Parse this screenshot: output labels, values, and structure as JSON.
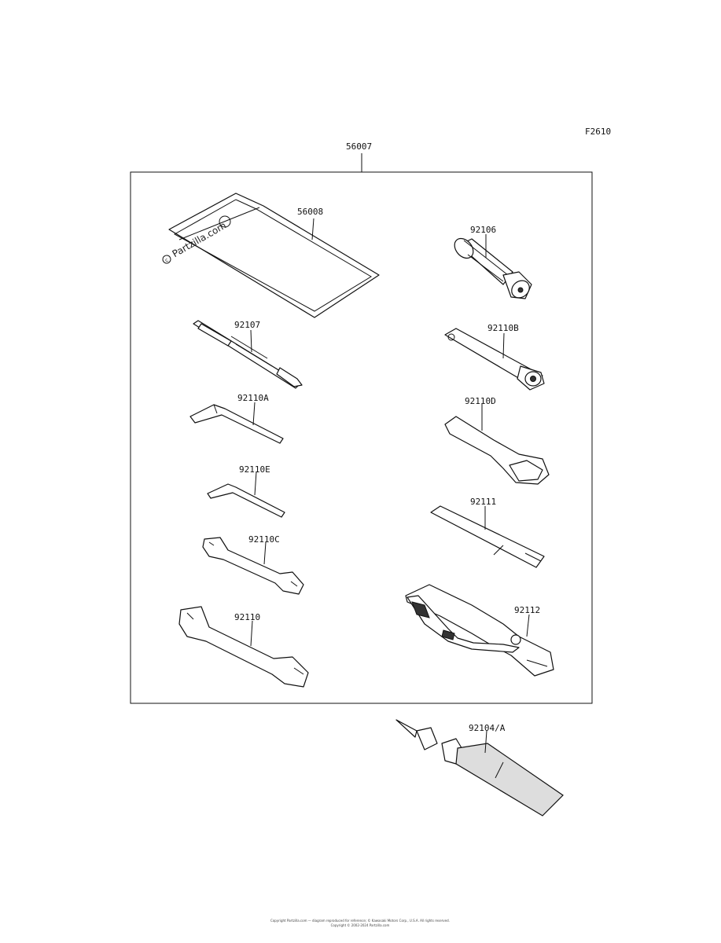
{
  "figure_code": "F2610",
  "kit_label": "56007",
  "watermark": "Partzilla.com",
  "parts": [
    {
      "id": "pouch",
      "label": "56008"
    },
    {
      "id": "plug-wrench",
      "label": "92106"
    },
    {
      "id": "screwdriver",
      "label": "92107"
    },
    {
      "id": "socket-bar",
      "label": "92110B"
    },
    {
      "id": "hex-key-large",
      "label": "92110A"
    },
    {
      "id": "ring-wrench",
      "label": "92110D"
    },
    {
      "id": "hex-key-small",
      "label": "92110E"
    },
    {
      "id": "handle-bar",
      "label": "92111"
    },
    {
      "id": "open-wrench-small",
      "label": "92110C"
    },
    {
      "id": "pliers",
      "label": "92112"
    },
    {
      "id": "open-wrench-large",
      "label": "92110"
    },
    {
      "id": "grease-tube",
      "label": "92104/A"
    }
  ],
  "footer_line1": "Copyright Partzilla.com — diagram reproduced for reference; © Kawasaki Motors Corp., U.S.A. All rights reserved.",
  "footer_line2": "Copyright © 2002-2024 Partzilla.com"
}
